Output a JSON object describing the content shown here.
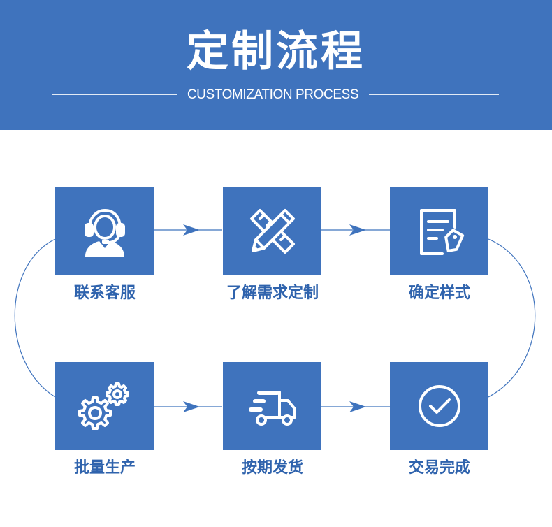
{
  "header": {
    "title": "定制流程",
    "subtitle": "CUSTOMIZATION PROCESS",
    "background_color": "#3f73bd"
  },
  "steps": [
    {
      "label": "联系客服",
      "icon": "customer-service-headset-icon"
    },
    {
      "label": "了解需求定制",
      "icon": "pencil-ruler-icon"
    },
    {
      "label": "确定样式",
      "icon": "document-edit-tag-icon"
    },
    {
      "label": "批量生产",
      "icon": "gears-icon"
    },
    {
      "label": "按期发货",
      "icon": "delivery-truck-icon"
    },
    {
      "label": "交易完成",
      "icon": "checkmark-circle-icon"
    }
  ],
  "colors": {
    "accent": "#3f73bd",
    "label_text": "#2f63ad",
    "connector": "#3f73bd"
  }
}
